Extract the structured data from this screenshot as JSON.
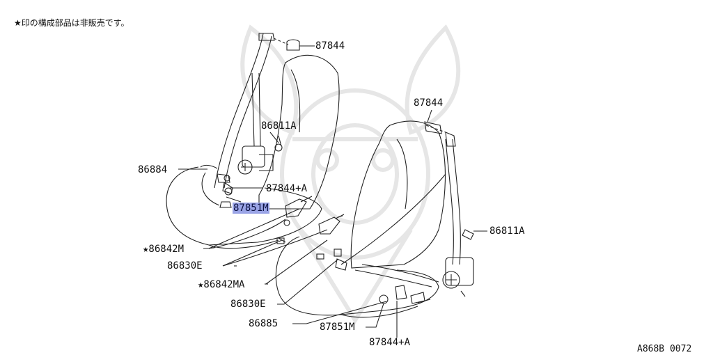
{
  "note": "★印の構成部品は非販売です。",
  "figure_id": "A868B 0072",
  "colors": {
    "line": "#222222",
    "watermark": "#e6e6e6",
    "highlight": "#9aa4e6"
  },
  "callouts": {
    "p87844_top": "87844",
    "p87844_right": "87844",
    "p86811A_left": "86811A",
    "p86811A_right": "86811A",
    "p86884": "86884",
    "p87844A_left": "87844+A",
    "p87851M_highlight": "87851M",
    "p86842M": "★86842M",
    "p86830E_left": "86830E",
    "p86842MA": "★86842MA",
    "p86830E_right": "86830E",
    "p86885": "86885",
    "p87851M_bottom": "87851M",
    "p87844A_bottom": "87844+A"
  }
}
